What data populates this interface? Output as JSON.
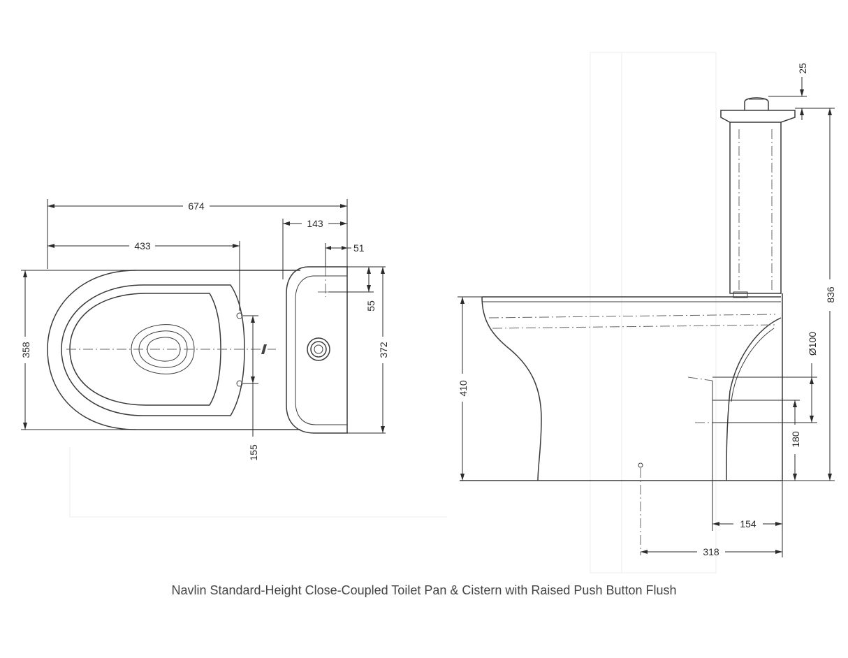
{
  "caption": "Navlin Standard-Height Close-Coupled Toilet Pan & Cistern with Raised Push Button Flush",
  "dimensions": {
    "plan_overall_length": "674",
    "plan_to_fixing_holes": "433",
    "plan_cistern_depth": "143",
    "plan_button_offset": "51",
    "plan_button_drop": "55",
    "plan_pan_width": "358",
    "plan_cistern_width": "372",
    "plan_fixing_hole_spacing": "155",
    "side_pan_height": "410",
    "side_button_projection": "25",
    "side_overall_height": "836",
    "side_outlet_diameter": "Ø100",
    "side_outlet_height": "180",
    "side_outlet_to_wall": "154",
    "side_floor_fixing_to_wall": "318"
  }
}
